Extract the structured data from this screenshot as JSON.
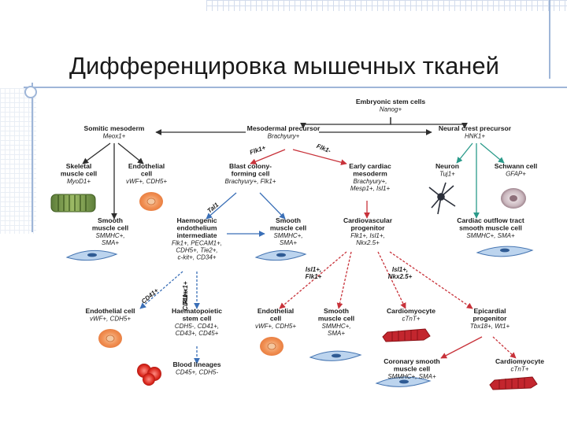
{
  "slide": {
    "title": "Дифференцировка мышечных тканей"
  },
  "nodes": {
    "esc": {
      "name": [
        "Embryonic stem cells"
      ],
      "markers": [
        "Nanog+"
      ]
    },
    "somitic": {
      "name": [
        "Somitic mesoderm"
      ],
      "markers": [
        "Meox1+"
      ]
    },
    "mesodermal": {
      "name": [
        "Mesodermal precursor"
      ],
      "markers": [
        "Brachyury+"
      ]
    },
    "neural_crest": {
      "name": [
        "Neural crest precursor"
      ],
      "markers": [
        "HNK1+"
      ]
    },
    "skeletal": {
      "name": [
        "Skeletal",
        "muscle cell"
      ],
      "markers": [
        "MyoD1+"
      ]
    },
    "endothelial1": {
      "name": [
        "Endothelial",
        "cell"
      ],
      "markers": [
        "vWF+, CDH5+"
      ]
    },
    "blast": {
      "name": [
        "Blast colony-",
        "forming cell"
      ],
      "markers": [
        "Brachyury+, Flk1+"
      ]
    },
    "early_cardiac": {
      "name": [
        "Early cardiac",
        "mesoderm"
      ],
      "markers": [
        "Brachyury+,",
        "Mesp1+, Isl1+"
      ]
    },
    "neuron": {
      "name": [
        "Neuron"
      ],
      "markers": [
        "Tuj1+"
      ]
    },
    "schwann": {
      "name": [
        "Schwann cell"
      ],
      "markers": [
        "GFAP+"
      ]
    },
    "smooth1": {
      "name": [
        "Smooth",
        "muscle cell"
      ],
      "markers": [
        "SMMHC+,",
        "SMA+"
      ]
    },
    "haemogenic": {
      "name": [
        "Haemogenic",
        "endothelium",
        "intermediate"
      ],
      "markers": [
        "Flk1+, PECAM1+,",
        "CDH5+, Tie2+,",
        "c-kit+, CD34+"
      ]
    },
    "smooth2": {
      "name": [
        "Smooth",
        "muscle cell"
      ],
      "markers": [
        "SMMHC+,",
        "SMA+"
      ]
    },
    "cardio_prog": {
      "name": [
        "Cardiovascular",
        "progenitor"
      ],
      "markers": [
        "Flk1+, Isl1+,",
        "Nkx2.5+"
      ]
    },
    "cardiac_outflow": {
      "name": [
        "Cardiac outflow tract",
        "smooth muscle cell"
      ],
      "markers": [
        "SMMHC+, SMA+"
      ]
    },
    "endothelial2": {
      "name": [
        "Endothelial cell"
      ],
      "markers": [
        "vWF+, CDH5+"
      ]
    },
    "haemato": {
      "name": [
        "Haematopoietic",
        "stem cell"
      ],
      "markers": [
        "CDH5-, CD41+,",
        "CD43+, CD45+"
      ]
    },
    "endothelial3": {
      "name": [
        "Endothelial",
        "cell"
      ],
      "markers": [
        "vWF+, CDH5+"
      ]
    },
    "smooth3": {
      "name": [
        "Smooth",
        "muscle cell"
      ],
      "markers": [
        "SMMHC+,",
        "SMA+"
      ]
    },
    "cardiomyocyte1": {
      "name": [
        "Cardiomyocyte"
      ],
      "markers": [
        "cTnT+"
      ]
    },
    "epicardial": {
      "name": [
        "Epicardial",
        "progenitor"
      ],
      "markers": [
        "Tbx18+, Wt1+"
      ]
    },
    "blood": {
      "name": [
        "Blood lineages"
      ],
      "markers": [
        "CD45+, CDH5-"
      ]
    },
    "coronary": {
      "name": [
        "Coronary smooth",
        "muscle cell"
      ],
      "markers": [
        "SMMHC+, SMA+"
      ]
    },
    "cardiomyocyte2": {
      "name": [
        "Cardiomyocyte"
      ],
      "markers": [
        "cTnT+"
      ]
    }
  },
  "edge_labels": {
    "flk1_plus": "Flk1+",
    "flk1_minus": "Flk1-",
    "tal1": "Tal1",
    "isl1_flk1": [
      "Isl1+,",
      "Flk1+"
    ],
    "isl1_nkx": [
      "Isl1+,",
      "Nkx2.5+"
    ],
    "cd41": "CD41+",
    "cd41_runx1": [
      "CD41+",
      "Runx1+"
    ]
  },
  "colors": {
    "somitic_arrow": "#2e2e2e",
    "mesodermal_arrow": "#c8323a",
    "neural_arrow": "#2a9a8a",
    "haemato_arrow": "#3a6fb7",
    "cardiac_arrow": "#c8323a",
    "title": "#1a1a1a",
    "deco": "#9fb6d8"
  }
}
